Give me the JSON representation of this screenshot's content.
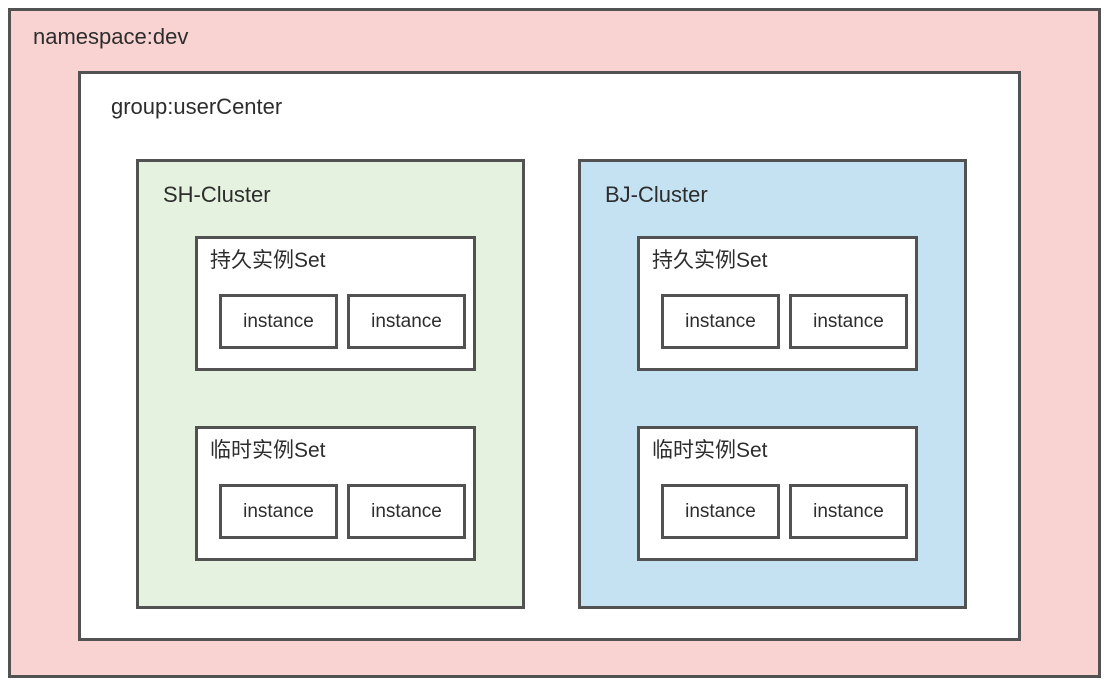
{
  "diagram": {
    "colors": {
      "namespace_background": "#f8d3d2",
      "group_background": "#ffffff",
      "sh_cluster_background": "#e5f2df",
      "bj_cluster_background": "#c5e2f3",
      "set_background": "#ffffff",
      "border": "#525252",
      "text": "#2d2d2d"
    },
    "namespace": {
      "label": "namespace:dev",
      "group": {
        "label": "group:userCenter",
        "clusters": [
          {
            "label": "SH-Cluster",
            "sets": [
              {
                "label": "持久实例Set",
                "instances": [
                  "instance",
                  "instance"
                ]
              },
              {
                "label": "临时实例Set",
                "instances": [
                  "instance",
                  "instance"
                ]
              }
            ]
          },
          {
            "label": "BJ-Cluster",
            "sets": [
              {
                "label": "持久实例Set",
                "instances": [
                  "instance",
                  "instance"
                ]
              },
              {
                "label": "临时实例Set",
                "instances": [
                  "instance",
                  "instance"
                ]
              }
            ]
          }
        ]
      }
    }
  }
}
